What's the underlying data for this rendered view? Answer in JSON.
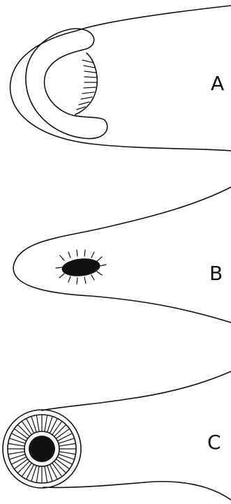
{
  "figure": {
    "panels": [
      {
        "label": "A",
        "structure": "hooded-mouth"
      },
      {
        "label": "B",
        "structure": "slit-mouth"
      },
      {
        "label": "C",
        "structure": "sucker-disc-mouth"
      }
    ]
  },
  "colors": {
    "ink": "#111111",
    "background": "#ffffff"
  }
}
